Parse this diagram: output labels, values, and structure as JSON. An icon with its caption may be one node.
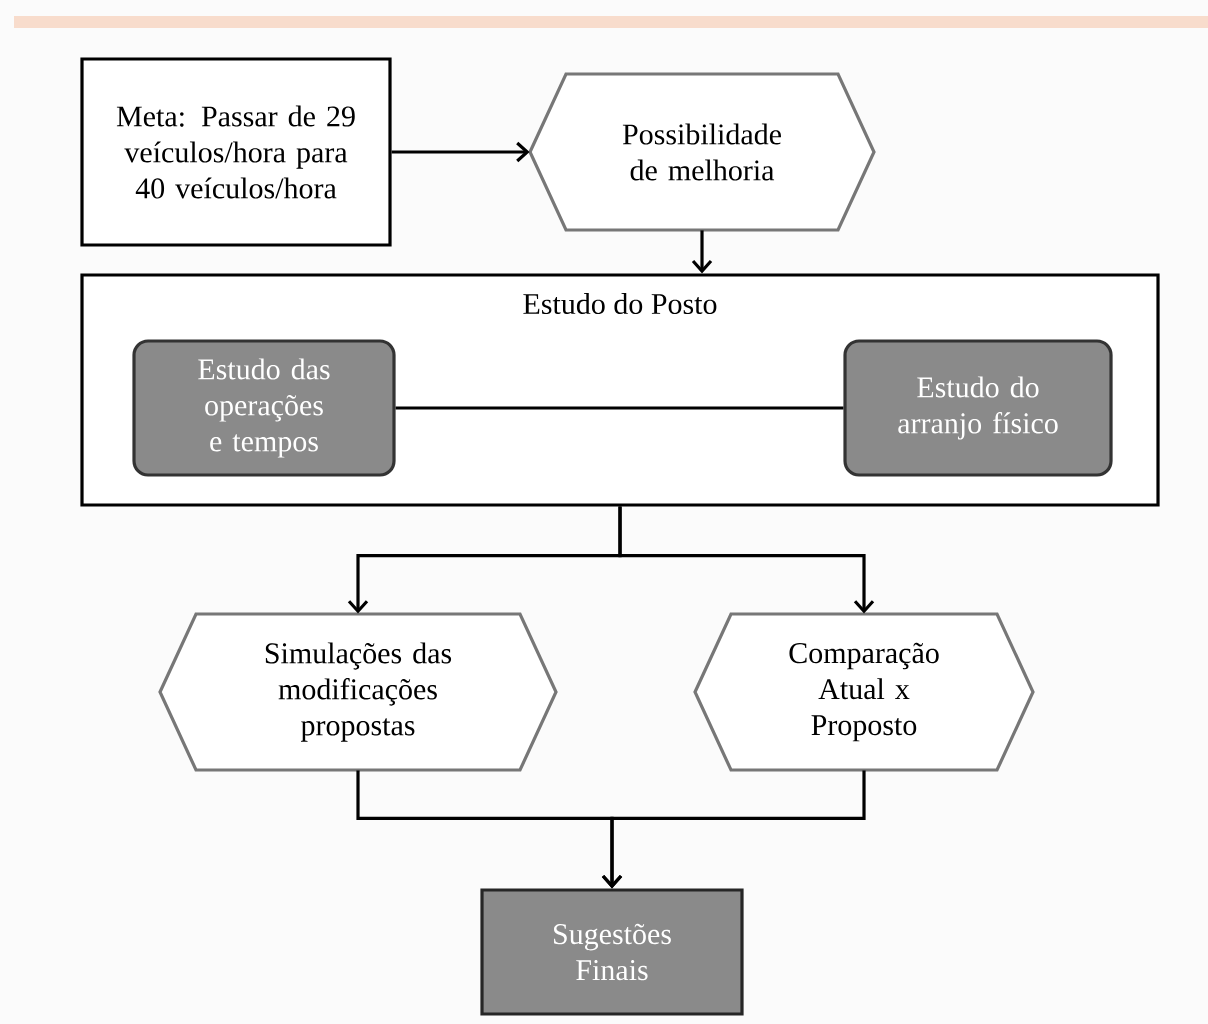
{
  "diagram": {
    "nodes": [
      {
        "text": [
          "Meta: Passar de 29 veículos/hora para 40 veículos/hora"
        ]
      },
      {
        "text": [
          "Possibilidade de melhoria"
        ]
      },
      {
        "text": [
          "Estudo do Posto"
        ]
      },
      {
        "text": [
          "Estudo das operações e tempos"
        ],
        "in": 2
      },
      {
        "text": [
          "Estudo do arranjo físico"
        ],
        "in": 2
      },
      {
        "text": [
          "Simulações das modificações propostas"
        ]
      },
      {
        "text": [
          "Comparação Atual x Proposto"
        ]
      },
      {
        "text": [
          "Sugestões Finais"
        ]
      }
    ],
    "edges": [
      {
        "from": 0,
        "to": 1,
        "arrow": "to"
      },
      {
        "from": 1,
        "to": 2,
        "arrow": "to"
      },
      {
        "from": 3,
        "to": 4,
        "arrow": "none"
      },
      {
        "from": 2,
        "to": 5,
        "arrow": "to"
      },
      {
        "from": 2,
        "to": 6,
        "arrow": "to"
      },
      {
        "from": 5,
        "to": 7,
        "arrow": "to"
      },
      {
        "from": 6,
        "to": 7,
        "arrow": "to"
      }
    ]
  }
}
